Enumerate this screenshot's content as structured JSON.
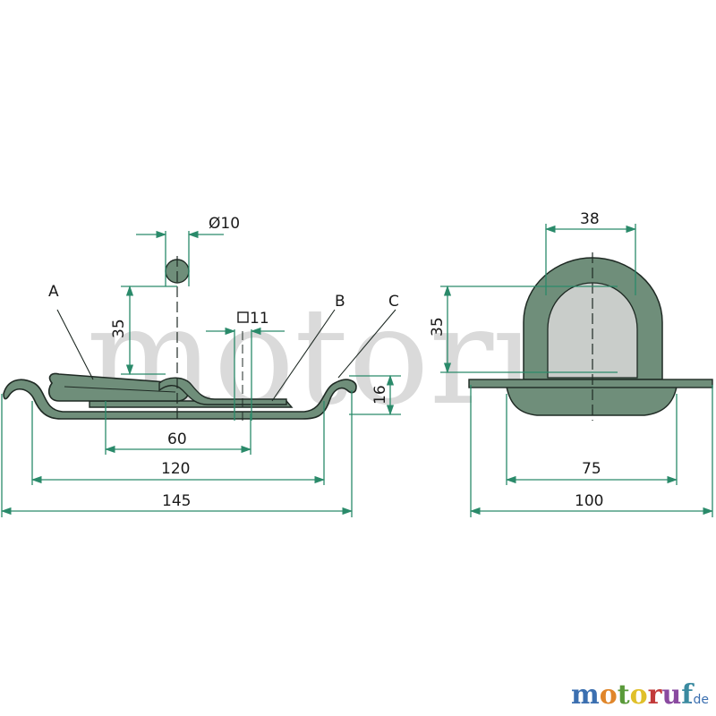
{
  "diagram": {
    "watermark": "motoruf",
    "side_view": {
      "labels": {
        "a": "A",
        "b": "B",
        "c": "C"
      },
      "dims": {
        "diameter": "Ø10",
        "height": "35",
        "square_value": "11",
        "plate": "16",
        "hole_spacing": "60",
        "mount_spacing": "120",
        "overall_length": "145"
      }
    },
    "front_view": {
      "dims": {
        "width": "38",
        "height": "35",
        "base": "75",
        "overall_width": "100"
      }
    },
    "colors": {
      "part_fill": "#6f8e7a",
      "part_light": "#c9cdca",
      "outline": "#1f2a24",
      "dimension": "#2a8a6a",
      "watermark": "#d7d7d7"
    },
    "brand": {
      "name_parts": [
        "m",
        "o",
        "t",
        "o",
        "r",
        "u",
        "f"
      ],
      "suffix": ".de"
    }
  }
}
